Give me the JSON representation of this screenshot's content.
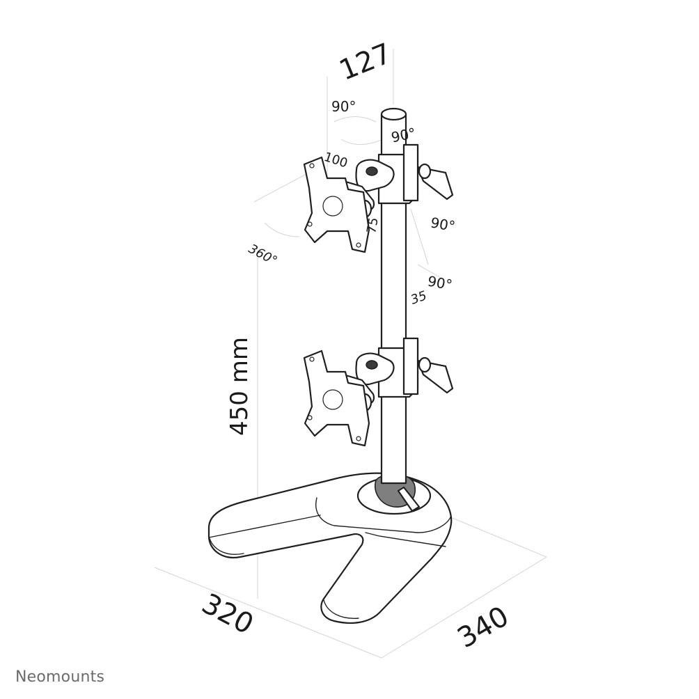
{
  "diagram": {
    "labels": {
      "dim_127": "127",
      "angle_top_left": "90°",
      "angle_top_right": "90°",
      "vesa_100": "100",
      "vesa_75": "75",
      "angle_mid_right": "90°",
      "rotation_360": "360°",
      "angle_lower_right": "90°",
      "dim_35": "35",
      "height_450": "450 mm",
      "base_320": "320",
      "base_340": "340"
    }
  },
  "brand": {
    "name": "Neomounts"
  }
}
